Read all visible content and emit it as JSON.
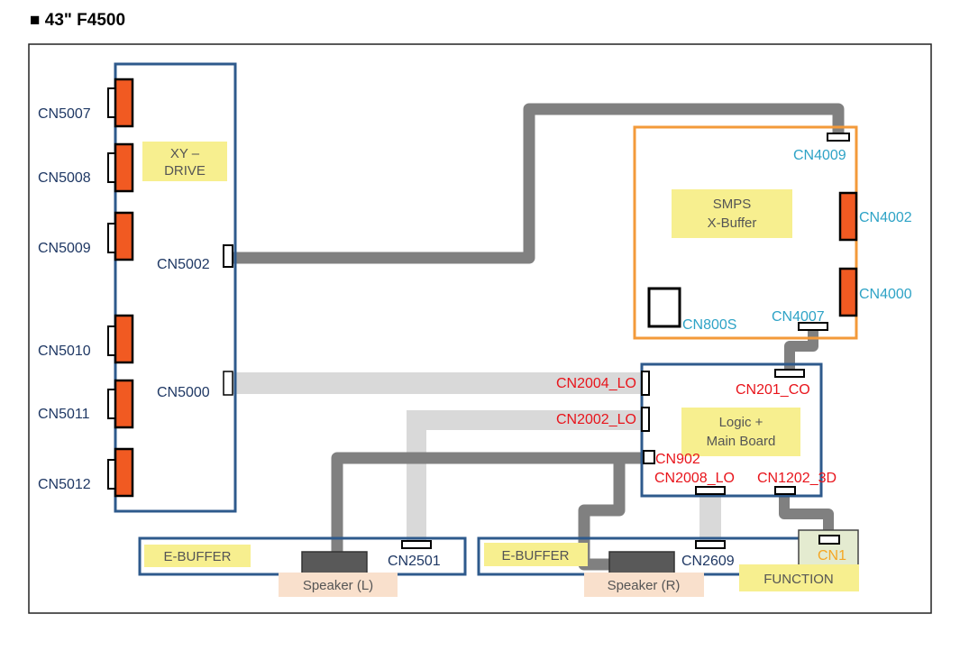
{
  "header": {
    "title": "■ 43\" F4500"
  },
  "boards": {
    "xy_drive": {
      "label_line1": "XY –",
      "label_line2": "DRIVE"
    },
    "smps": {
      "label_line1": "SMPS",
      "label_line2": "X-Buffer"
    },
    "logic": {
      "label_line1": "Logic +",
      "label_line2": "Main Board"
    },
    "e_buffer_left": {
      "label": "E-BUFFER"
    },
    "e_buffer_right": {
      "label": "E-BUFFER"
    },
    "speaker_left": {
      "label": "Speaker (L)"
    },
    "speaker_right": {
      "label": "Speaker (R)"
    },
    "function": {
      "label": "FUNCTION"
    }
  },
  "connectors": {
    "cn5007": "CN5007",
    "cn5008": "CN5008",
    "cn5009": "CN5009",
    "cn5010": "CN5010",
    "cn5011": "CN5011",
    "cn5012": "CN5012",
    "cn5002": "CN5002",
    "cn5000": "CN5000",
    "cn4009": "CN4009",
    "cn4002": "CN4002",
    "cn4000": "CN4000",
    "cn800s": "CN800S",
    "cn4007": "CN4007",
    "cn2004": "CN2004_LO",
    "cn2002": "CN2002_LO",
    "cn201": "CN201_CO",
    "cn902": "CN902",
    "cn2008": "CN2008_LO",
    "cn1202": "CN1202_3D",
    "cn2501": "CN2501",
    "cn2609": "CN2609",
    "cn1": "CN1"
  },
  "colors": {
    "board_border": "#2e5a8c",
    "smps_border": "#f39a3a",
    "connector_fill": "#f15a22",
    "label_fill": "#f7ef8f",
    "speaker_label_fill": "#f9e0cc",
    "cable_dark": "#808080",
    "cable_light": "#d9d9d9"
  }
}
